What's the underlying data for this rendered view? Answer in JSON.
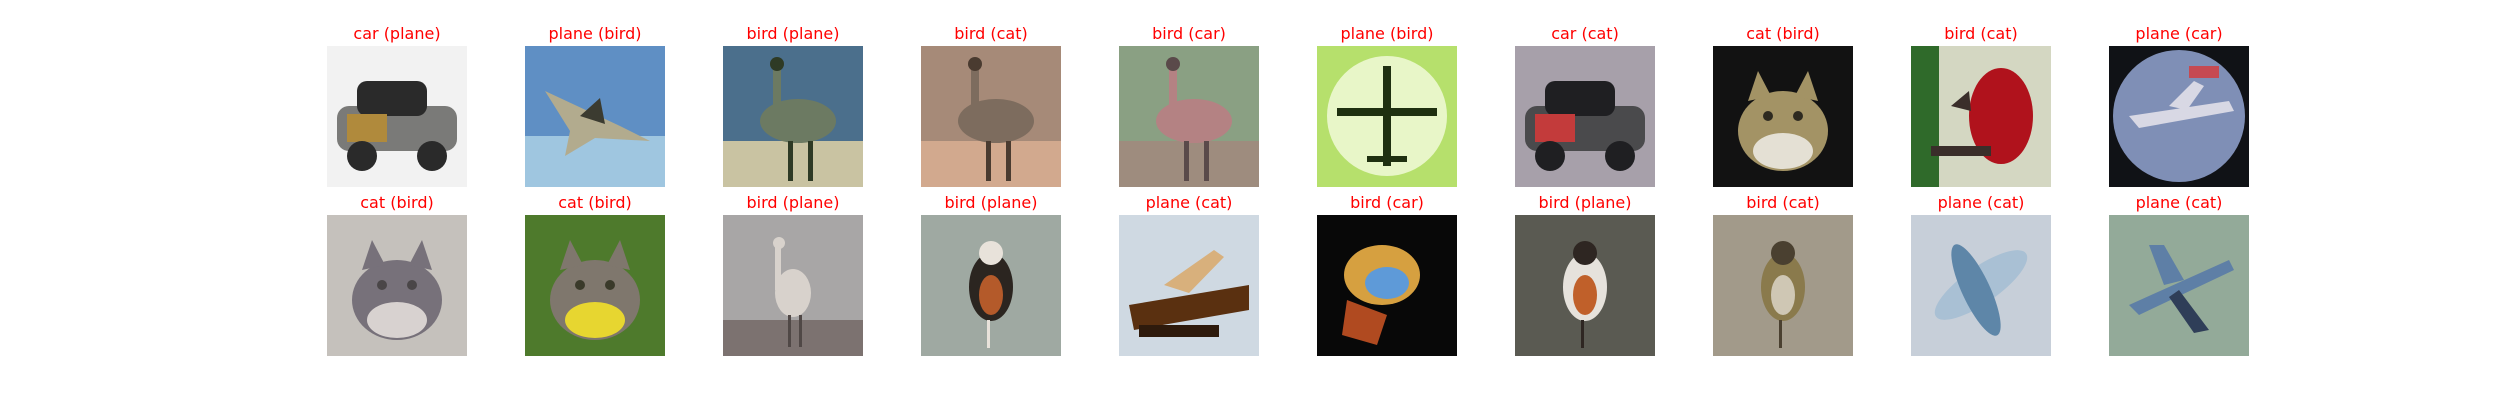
{
  "rows": [
    [
      {
        "label": "car (plane)",
        "icon": "car-image",
        "colors": {
          "bg": "#f2f2f2",
          "main": "#7a7a78",
          "accent": "#b08a3c",
          "dark": "#2a2a2a"
        }
      },
      {
        "label": "plane (bird)",
        "icon": "jet-image",
        "colors": {
          "bg": "#5f8fc4",
          "main": "#b2ab8e",
          "accent": "#9fc6e0",
          "dark": "#3b3b30"
        }
      },
      {
        "label": "bird (plane)",
        "icon": "ostrich-image",
        "colors": {
          "bg": "#4b6f8c",
          "main": "#6c7a62",
          "accent": "#c9c3a2",
          "dark": "#2e3a25"
        }
      },
      {
        "label": "bird (cat)",
        "icon": "ostrich-image",
        "colors": {
          "bg": "#a68a78",
          "main": "#7d6c5e",
          "accent": "#d2a98e",
          "dark": "#4a3b30"
        }
      },
      {
        "label": "bird (car)",
        "icon": "ostrich-image",
        "colors": {
          "bg": "#8aa083",
          "main": "#b48283",
          "accent": "#9e8c7e",
          "dark": "#5a4a4a"
        }
      },
      {
        "label": "plane (bird)",
        "icon": "plane-silhouette-image",
        "colors": {
          "bg": "#b6e06c",
          "main": "#1f3010",
          "accent": "#e8f6c8",
          "dark": "#5c8e2c"
        }
      },
      {
        "label": "car (cat)",
        "icon": "car-image",
        "colors": {
          "bg": "#a7a0aa",
          "main": "#4a4a4c",
          "accent": "#c33b3b",
          "dark": "#1f1f22"
        }
      },
      {
        "label": "cat (bird)",
        "icon": "cat-image",
        "colors": {
          "bg": "#121212",
          "main": "#a39365",
          "accent": "#e4e0d4",
          "dark": "#2e2a20"
        }
      },
      {
        "label": "bird (cat)",
        "icon": "parrot-image",
        "colors": {
          "bg": "#d4d7c2",
          "main": "#b0121c",
          "accent": "#2f6a2a",
          "dark": "#3a2e2a"
        }
      },
      {
        "label": "plane (car)",
        "icon": "plane-circle-image",
        "colors": {
          "bg": "#101216",
          "main": "#7f8fb6",
          "accent": "#c64a52",
          "dark": "#d8d8e4"
        }
      }
    ],
    [
      {
        "label": "cat (bird)",
        "icon": "cat-image",
        "colors": {
          "bg": "#c5c1bc",
          "main": "#77717a",
          "accent": "#d8d2d0",
          "dark": "#4a4648"
        }
      },
      {
        "label": "cat (bird)",
        "icon": "cat-image",
        "colors": {
          "bg": "#4e7a2c",
          "main": "#7f776d",
          "accent": "#e7d630",
          "dark": "#3a3a2a"
        }
      },
      {
        "label": "bird (plane)",
        "icon": "heron-image",
        "colors": {
          "bg": "#a8a6a6",
          "main": "#d8d2cc",
          "accent": "#7c7270",
          "dark": "#504846"
        }
      },
      {
        "label": "bird (plane)",
        "icon": "small-bird-image",
        "colors": {
          "bg": "#9fa9a2",
          "main": "#2b2520",
          "accent": "#b45a2a",
          "dark": "#e8e2da"
        }
      },
      {
        "label": "plane (cat)",
        "icon": "toy-plane-image",
        "colors": {
          "bg": "#cfd9e2",
          "main": "#5a3010",
          "accent": "#d8b07c",
          "dark": "#2e1a0c"
        }
      },
      {
        "label": "bird (car)",
        "icon": "frog-image",
        "colors": {
          "bg": "#080808",
          "main": "#d6a040",
          "accent": "#5e9ad8",
          "dark": "#b04a20"
        }
      },
      {
        "label": "bird (plane)",
        "icon": "small-bird-image",
        "colors": {
          "bg": "#5a5a52",
          "main": "#e6e2dc",
          "accent": "#c0602a",
          "dark": "#2e2622"
        }
      },
      {
        "label": "bird (cat)",
        "icon": "small-bird-image",
        "colors": {
          "bg": "#a29a8a",
          "main": "#8a7a4c",
          "accent": "#cfc7b4",
          "dark": "#4a4030"
        }
      },
      {
        "label": "plane (cat)",
        "icon": "blurred-plane-image",
        "colors": {
          "bg": "#c7cfd9",
          "main": "#5e86a8",
          "accent": "#a9c0d4",
          "dark": "#3a5a78"
        }
      },
      {
        "label": "plane (cat)",
        "icon": "fighter-plane-image",
        "colors": {
          "bg": "#93aa99",
          "main": "#5e7fa6",
          "accent": "#c2ccb8",
          "dark": "#2f3e58"
        }
      }
    ]
  ]
}
